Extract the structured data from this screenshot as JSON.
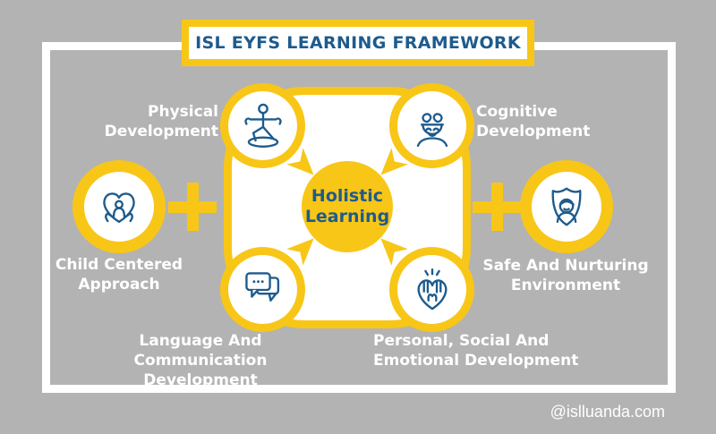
{
  "title": "ISL EYFS LEARNING FRAMEWORK",
  "watermark": "@islluanda.com",
  "colors": {
    "background": "#b3b3b3",
    "accent_yellow": "#f8c617",
    "deep_blue": "#1e5b8d",
    "white": "#ffffff"
  },
  "center": {
    "line1": "Holistic",
    "line2": "Learning"
  },
  "nodes": [
    {
      "id": "physical",
      "line1": "Physical",
      "line2": "Development",
      "icon": "balancing-child-icon"
    },
    {
      "id": "cognitive",
      "line1": "Cognitive",
      "line2": "Development",
      "icon": "thinking-child-icon"
    },
    {
      "id": "language",
      "line1": "Language And",
      "line2": "Communication Development",
      "icon": "speech-bubbles-icon"
    },
    {
      "id": "personal",
      "line1": "Personal, Social And",
      "line2": "Emotional Development",
      "icon": "hands-heart-icon"
    },
    {
      "id": "child_centered",
      "line1": "Child Centered",
      "line2": "Approach",
      "icon": "heart-child-hands-icon"
    },
    {
      "id": "safe",
      "line1": "Safe And Nurturing",
      "line2": "Environment",
      "icon": "shield-child-icon"
    }
  ]
}
